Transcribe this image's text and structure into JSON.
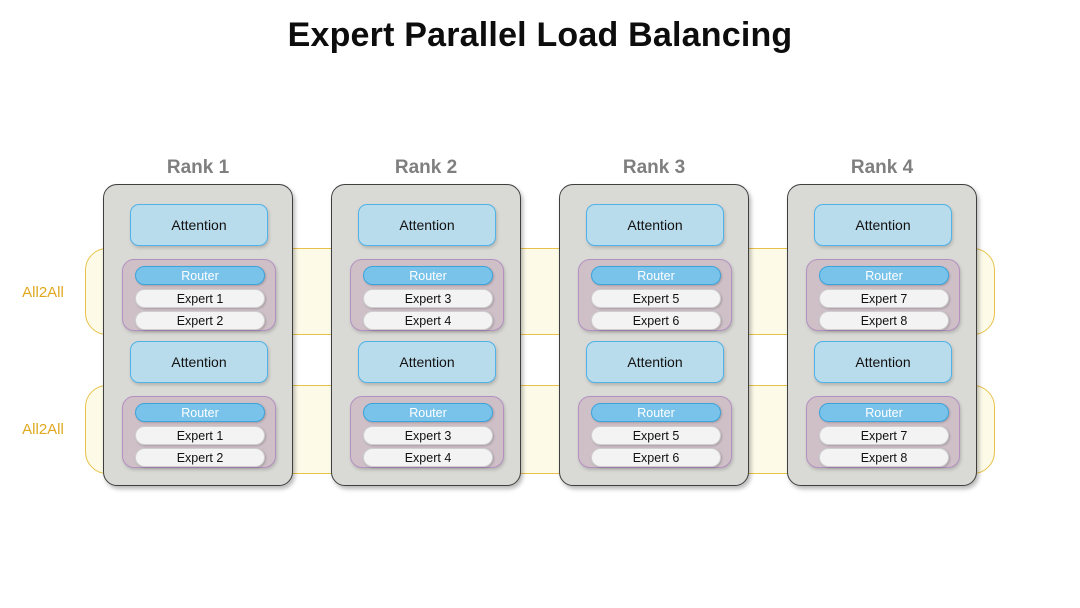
{
  "title": "Expert Parallel Load Balancing",
  "colors": {
    "rank_fill": "#d9d9d6",
    "rank_border": "#3f3f3f",
    "attention_fill": "#b9dcec",
    "attention_border": "#4fb3e8",
    "moe_fill": "#cfc0c8",
    "moe_border": "#b490c0",
    "router_fill": "#79c3ea",
    "router_text": "#ffffff",
    "expert_fill": "#f3f3f3",
    "band_fill": "#fdfbe8",
    "band_border": "#e8c24a",
    "band_label": "#e0a81e",
    "rank_title": "#7f7f7f",
    "background": "#ffffff"
  },
  "bands": [
    {
      "label": "All2All"
    },
    {
      "label": "All2All"
    }
  ],
  "ranks": [
    {
      "title": "Rank 1",
      "layers": [
        {
          "attention": "Attention",
          "router": "Router",
          "experts": [
            "Expert 1",
            "Expert 2"
          ]
        },
        {
          "attention": "Attention",
          "router": "Router",
          "experts": [
            "Expert 1",
            "Expert 2"
          ]
        }
      ]
    },
    {
      "title": "Rank 2",
      "layers": [
        {
          "attention": "Attention",
          "router": "Router",
          "experts": [
            "Expert 3",
            "Expert 4"
          ]
        },
        {
          "attention": "Attention",
          "router": "Router",
          "experts": [
            "Expert 3",
            "Expert 4"
          ]
        }
      ]
    },
    {
      "title": "Rank 3",
      "layers": [
        {
          "attention": "Attention",
          "router": "Router",
          "experts": [
            "Expert 5",
            "Expert 6"
          ]
        },
        {
          "attention": "Attention",
          "router": "Router",
          "experts": [
            "Expert 5",
            "Expert 6"
          ]
        }
      ]
    },
    {
      "title": "Rank 4",
      "layers": [
        {
          "attention": "Attention",
          "router": "Router",
          "experts": [
            "Expert 7",
            "Expert 8"
          ]
        },
        {
          "attention": "Attention",
          "router": "Router",
          "experts": [
            "Expert 7",
            "Expert 8"
          ]
        }
      ]
    }
  ]
}
